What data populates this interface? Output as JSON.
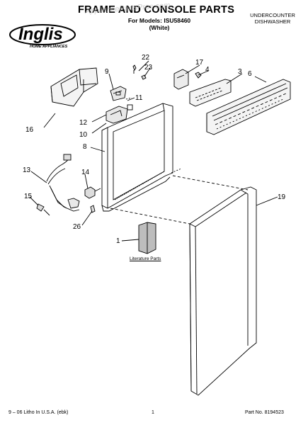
{
  "header": {
    "title": "FRAME AND CONSOLE PARTS",
    "model_line": "For Models: ISU58460",
    "color_line": "(White)",
    "corner_line1": "UNDERCOUNTER",
    "corner_line2": "DISHWASHER"
  },
  "logo": {
    "brand": "Inglis",
    "tagline": "HOME APPLIANCES"
  },
  "watermark": "AppliancePartsPros.com",
  "callouts": {
    "c1": "1",
    "c3": "3",
    "c4": "4",
    "c6": "6",
    "c8": "8",
    "c9": "9",
    "c10": "10",
    "c11": "11",
    "c12": "12",
    "c13": "13",
    "c14": "14",
    "c15": "15",
    "c16": "16",
    "c17": "17",
    "c19": "19",
    "c22": "22",
    "c23": "23",
    "c26": "26"
  },
  "literature_label": "Literature Parts",
  "footer": {
    "left": "9 – 06 Litho In U.S.A. (ebk)",
    "center": "1",
    "right": "Part No. 8194523"
  }
}
